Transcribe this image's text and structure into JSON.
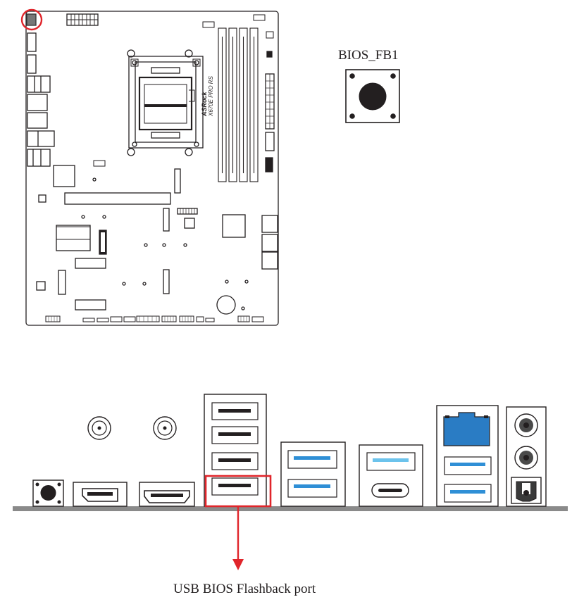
{
  "diagram": {
    "bios_button_label": "BIOS_FB1",
    "flashback_port_label": "USB BIOS Flashback port",
    "board_model_text": "X670E PRO RS",
    "board_brand_text": "ASRock",
    "colors": {
      "highlight_red": "#e0252b",
      "usb3_blue": "#2f8fd6",
      "usb_c_light_blue": "#6cc3ec",
      "lan_blue": "#2a7cc4",
      "outline": "#231f20",
      "io_plate_gray": "#8a8a8a"
    }
  }
}
